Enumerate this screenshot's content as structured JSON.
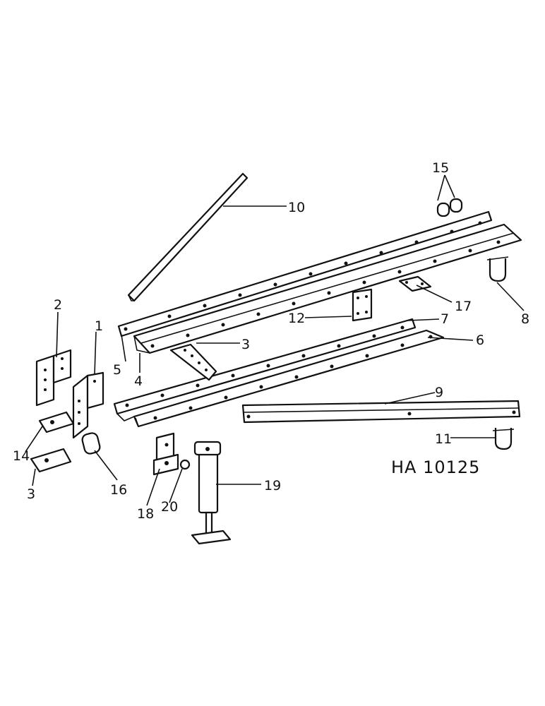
{
  "drawing_ref": "HA 10125",
  "callouts": {
    "c1": "1",
    "c2": "2",
    "c3a": "3",
    "c3b": "3",
    "c4": "4",
    "c5": "5",
    "c6": "6",
    "c7": "7",
    "c8": "8",
    "c9": "9",
    "c10": "10",
    "c11": "11",
    "c12": "12",
    "c14": "14",
    "c15": "15",
    "c16": "16",
    "c17": "17",
    "c18": "18",
    "c19": "19",
    "c20": "20"
  }
}
